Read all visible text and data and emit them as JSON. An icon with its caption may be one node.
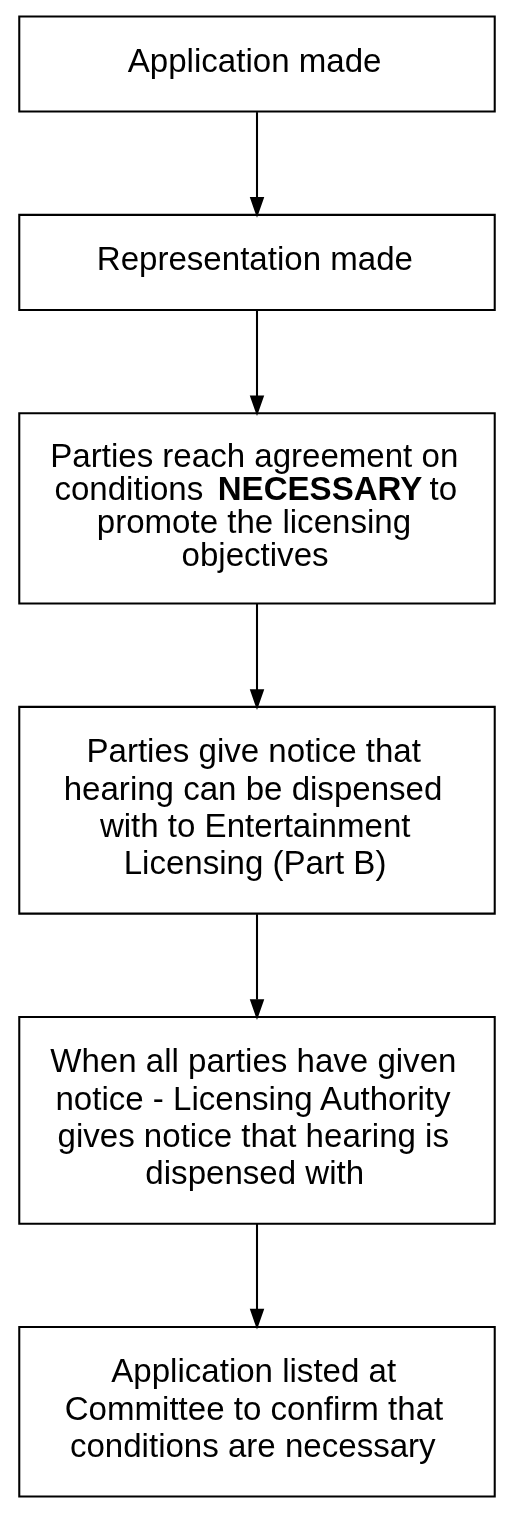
{
  "diagram": {
    "nodes": [
      {
        "text": [
          "Application made"
        ]
      },
      {
        "text": [
          "Representation made"
        ]
      },
      {
        "text": [
          "Parties reach agreement on conditions **NECESSARY** to promote the licensing objectives"
        ]
      },
      {
        "text": [
          "Parties give notice that hearing can be dispensed with to Entertainment Licensing (Part B)"
        ]
      },
      {
        "text": [
          "When all parties have given notice - Licensing Authority gives notice that hearing is dispensed with"
        ]
      },
      {
        "text": [
          "Application listed at Committee to confirm that conditions are necessary"
        ]
      }
    ],
    "edges": [
      {
        "from": 0,
        "to": 1,
        "arrow": "to"
      },
      {
        "from": 1,
        "to": 2,
        "arrow": "to"
      },
      {
        "from": 2,
        "to": 3,
        "arrow": "to"
      },
      {
        "from": 3,
        "to": 4,
        "arrow": "to"
      },
      {
        "from": 4,
        "to": 5,
        "arrow": "to"
      }
    ]
  }
}
